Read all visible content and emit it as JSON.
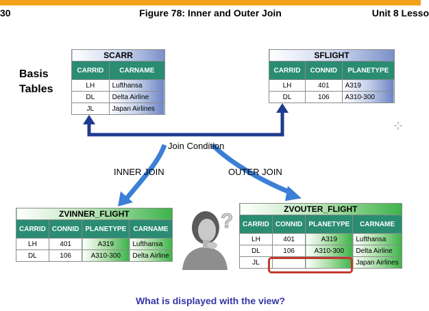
{
  "header": {
    "page_number": "30",
    "figure_title": "Figure 78: Inner and Outer Join",
    "unit": "Unit 8 Lesso"
  },
  "basis_label": [
    "Basis",
    "Tables"
  ],
  "scarr": {
    "title": "SCARR",
    "columns": [
      "CARRID",
      "CARNAME"
    ],
    "rows": [
      [
        "LH",
        "Lufthansa"
      ],
      [
        "DL",
        "Delta Airline"
      ],
      [
        "JL",
        "Japan Airlines"
      ]
    ]
  },
  "sflight": {
    "title": "SFLIGHT",
    "columns": [
      "CARRID",
      "CONNID",
      "PLANETYPE"
    ],
    "rows": [
      [
        "LH",
        "401",
        "A319"
      ],
      [
        "DL",
        "106",
        "A310-300"
      ]
    ]
  },
  "join_condition": "Join Condition",
  "inner_join_label": "INNER JOIN",
  "outer_join_label": "OUTER JOIN",
  "zvinner": {
    "title": "ZVINNER_FLIGHT",
    "columns": [
      "CARRID",
      "CONNID",
      "PLANETYPE",
      "CARNAME"
    ],
    "rows": [
      [
        "LH",
        "401",
        "A319",
        "Lufthansa"
      ],
      [
        "DL",
        "106",
        "A310-300",
        "Delta Airline"
      ]
    ]
  },
  "zvouter": {
    "title": "ZVOUTER_FLIGHT",
    "columns": [
      "CARRID",
      "CONNID",
      "PLANETYPE",
      "CARNAME"
    ],
    "rows": [
      [
        "LH",
        "401",
        "A319",
        "Lufthansa"
      ],
      [
        "DL",
        "106",
        "A310-300",
        "Delta Airline"
      ],
      [
        "JL",
        "",
        "",
        "Japan Airlines"
      ]
    ]
  },
  "question": "What is displayed with the view?",
  "colors": {
    "accent_bar": "#f3a31a",
    "table_header": "#2a8c73",
    "arrow_blue": "#1f3b8f",
    "arrow_green": "#3b7fd6",
    "highlight": "#c0392b",
    "question_text": "#3434a6"
  }
}
